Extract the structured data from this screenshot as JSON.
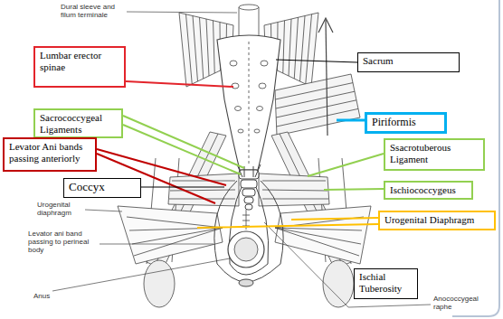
{
  "diagram": {
    "nodes": [
      {
        "text": [
          "Lumbar erector spinae"
        ]
      },
      {
        "text": [
          "Sacrum"
        ]
      },
      {
        "text": [
          "Sacrococcygeal Ligaments"
        ]
      },
      {
        "text": [
          "Piriformis"
        ]
      },
      {
        "text": [
          "Levator Ani bands passing anteriorly"
        ]
      },
      {
        "text": [
          "Ssacrotuberous Ligament"
        ]
      },
      {
        "text": [
          "Coccyx"
        ]
      },
      {
        "text": [
          "Ischiococcygeus"
        ]
      },
      {
        "text": [
          "Urogenital Diaphragm"
        ]
      },
      {
        "text": [
          "Ischial Tuberosity"
        ]
      }
    ],
    "labels": [
      "Dural sleeve and filum terminale",
      "Urogenital diaphragm",
      "Levator ani band passing to perineal body",
      "Anus",
      "Anococcygeal raphe"
    ]
  }
}
